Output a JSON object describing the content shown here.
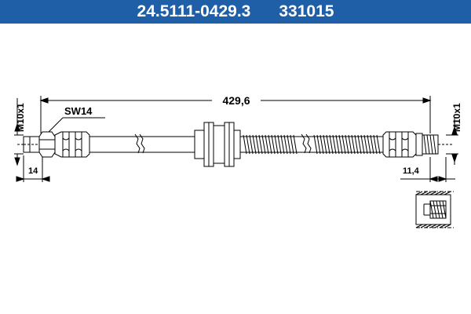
{
  "header": {
    "part_number": "24.5111-0429.3",
    "reference": "331015",
    "background_color": "#1f5fa8",
    "text_color": "#ffffff"
  },
  "drawing": {
    "overall_length": "429,6",
    "wrench_size": "SW14",
    "left_thread": "M10x1",
    "right_thread": "M10x1",
    "left_end_length": "14",
    "right_end_length": "11,4"
  }
}
